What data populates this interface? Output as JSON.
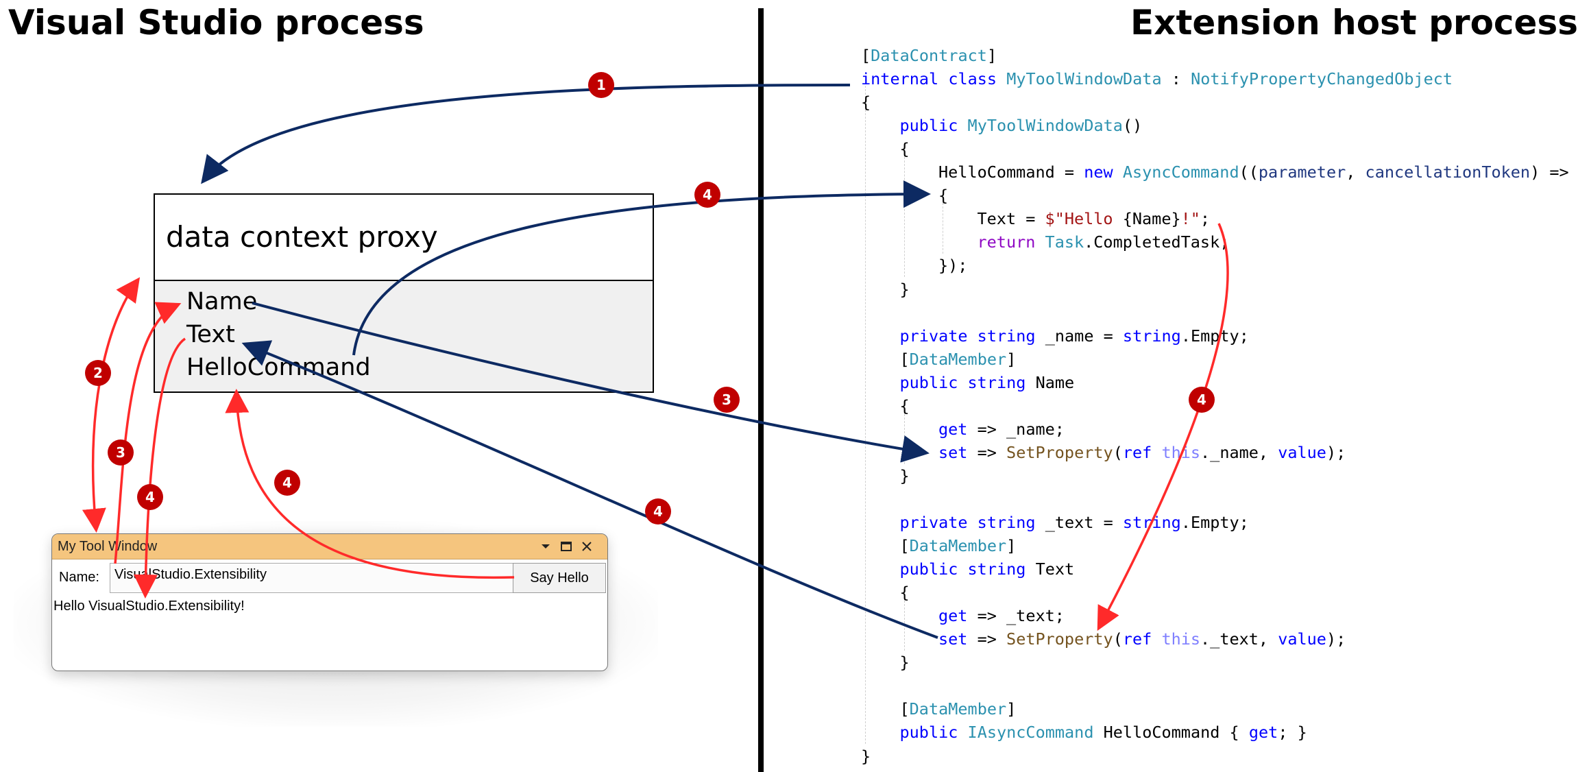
{
  "headings": {
    "left": "Visual Studio process",
    "right": "Extension host process"
  },
  "proxy": {
    "title": "data context proxy",
    "members": [
      "Name",
      "Text",
      "HelloCommand"
    ]
  },
  "tool_window": {
    "title": "My Tool Window",
    "name_label": "Name:",
    "name_value": "VisualStudio.Extensibility",
    "button_label": "Say Hello",
    "result_text": "Hello VisualStudio.Extensibility!"
  },
  "colors": {
    "arrow_navy": "#0d2a62",
    "arrow_red": "#ff2a2a",
    "badge_fill": "#c00000",
    "titlebar": "#f5c57e"
  },
  "badges": [
    "1",
    "2",
    "3",
    "4"
  ],
  "code": [
    {
      "indent": 0,
      "tokens": [
        [
          "p",
          "["
        ],
        [
          "type",
          "DataContract"
        ],
        [
          "p",
          "]"
        ]
      ]
    },
    {
      "indent": 0,
      "tokens": [
        [
          "kw",
          "internal class "
        ],
        [
          "type",
          "MyToolWindowData"
        ],
        [
          "p",
          " : "
        ],
        [
          "type",
          "NotifyPropertyChangedObject"
        ]
      ]
    },
    {
      "indent": 0,
      "tokens": [
        [
          "p",
          "{"
        ]
      ]
    },
    {
      "indent": 1,
      "tokens": [
        [
          "kw",
          "public "
        ],
        [
          "type",
          "MyToolWindowData"
        ],
        [
          "p",
          "()"
        ]
      ]
    },
    {
      "indent": 1,
      "tokens": [
        [
          "p",
          "{"
        ]
      ]
    },
    {
      "indent": 2,
      "tokens": [
        [
          "p",
          "HelloCommand = "
        ],
        [
          "kw",
          "new "
        ],
        [
          "type",
          "AsyncCommand"
        ],
        [
          "p",
          "(("
        ],
        [
          "param",
          "parameter"
        ],
        [
          "p",
          ", "
        ],
        [
          "param",
          "cancellationToken"
        ],
        [
          "p",
          ") =>"
        ]
      ]
    },
    {
      "indent": 2,
      "tokens": [
        [
          "p",
          "{"
        ]
      ]
    },
    {
      "indent": 3,
      "tokens": [
        [
          "p",
          "Text = "
        ],
        [
          "str",
          "$\"Hello "
        ],
        [
          "p",
          "{Name}"
        ],
        [
          "str",
          "!\""
        ],
        [
          "p",
          ";"
        ]
      ]
    },
    {
      "indent": 3,
      "tokens": [
        [
          "ctl",
          "return "
        ],
        [
          "type",
          "Task"
        ],
        [
          "p",
          ".CompletedTask;"
        ]
      ]
    },
    {
      "indent": 2,
      "tokens": [
        [
          "p",
          "});"
        ]
      ]
    },
    {
      "indent": 1,
      "tokens": [
        [
          "p",
          "}"
        ]
      ]
    },
    {
      "indent": 0,
      "tokens": []
    },
    {
      "indent": 1,
      "tokens": [
        [
          "kw",
          "private string "
        ],
        [
          "p",
          "_name = "
        ],
        [
          "kw",
          "string"
        ],
        [
          "p",
          ".Empty;"
        ]
      ]
    },
    {
      "indent": 1,
      "tokens": [
        [
          "p",
          "["
        ],
        [
          "type",
          "DataMember"
        ],
        [
          "p",
          "]"
        ]
      ]
    },
    {
      "indent": 1,
      "tokens": [
        [
          "kw",
          "public string "
        ],
        [
          "p",
          "Name"
        ]
      ]
    },
    {
      "indent": 1,
      "tokens": [
        [
          "p",
          "{"
        ]
      ]
    },
    {
      "indent": 2,
      "tokens": [
        [
          "kw",
          "get "
        ],
        [
          "p",
          "=> _name;"
        ]
      ]
    },
    {
      "indent": 2,
      "tokens": [
        [
          "kw",
          "set "
        ],
        [
          "p",
          "=> "
        ],
        [
          "method",
          "SetProperty"
        ],
        [
          "p",
          "("
        ],
        [
          "kw",
          "ref "
        ],
        [
          "this",
          "this"
        ],
        [
          "p",
          "._name, "
        ],
        [
          "kw",
          "value"
        ],
        [
          "p",
          ");"
        ]
      ]
    },
    {
      "indent": 1,
      "tokens": [
        [
          "p",
          "}"
        ]
      ]
    },
    {
      "indent": 0,
      "tokens": []
    },
    {
      "indent": 1,
      "tokens": [
        [
          "kw",
          "private string "
        ],
        [
          "p",
          "_text = "
        ],
        [
          "kw",
          "string"
        ],
        [
          "p",
          ".Empty;"
        ]
      ]
    },
    {
      "indent": 1,
      "tokens": [
        [
          "p",
          "["
        ],
        [
          "type",
          "DataMember"
        ],
        [
          "p",
          "]"
        ]
      ]
    },
    {
      "indent": 1,
      "tokens": [
        [
          "kw",
          "public string "
        ],
        [
          "p",
          "Text"
        ]
      ]
    },
    {
      "indent": 1,
      "tokens": [
        [
          "p",
          "{"
        ]
      ]
    },
    {
      "indent": 2,
      "tokens": [
        [
          "kw",
          "get "
        ],
        [
          "p",
          "=> _text;"
        ]
      ]
    },
    {
      "indent": 2,
      "tokens": [
        [
          "kw",
          "set "
        ],
        [
          "p",
          "=> "
        ],
        [
          "method",
          "SetProperty"
        ],
        [
          "p",
          "("
        ],
        [
          "kw",
          "ref "
        ],
        [
          "this",
          "this"
        ],
        [
          "p",
          "._text, "
        ],
        [
          "kw",
          "value"
        ],
        [
          "p",
          ");"
        ]
      ]
    },
    {
      "indent": 1,
      "tokens": [
        [
          "p",
          "}"
        ]
      ]
    },
    {
      "indent": 0,
      "tokens": []
    },
    {
      "indent": 1,
      "tokens": [
        [
          "p",
          "["
        ],
        [
          "type",
          "DataMember"
        ],
        [
          "p",
          "]"
        ]
      ]
    },
    {
      "indent": 1,
      "tokens": [
        [
          "kw",
          "public "
        ],
        [
          "type",
          "IAsyncCommand "
        ],
        [
          "p",
          "HelloCommand { "
        ],
        [
          "kw",
          "get"
        ],
        [
          "p",
          "; }"
        ]
      ]
    },
    {
      "indent": 0,
      "tokens": [
        [
          "p",
          "}"
        ]
      ]
    }
  ]
}
